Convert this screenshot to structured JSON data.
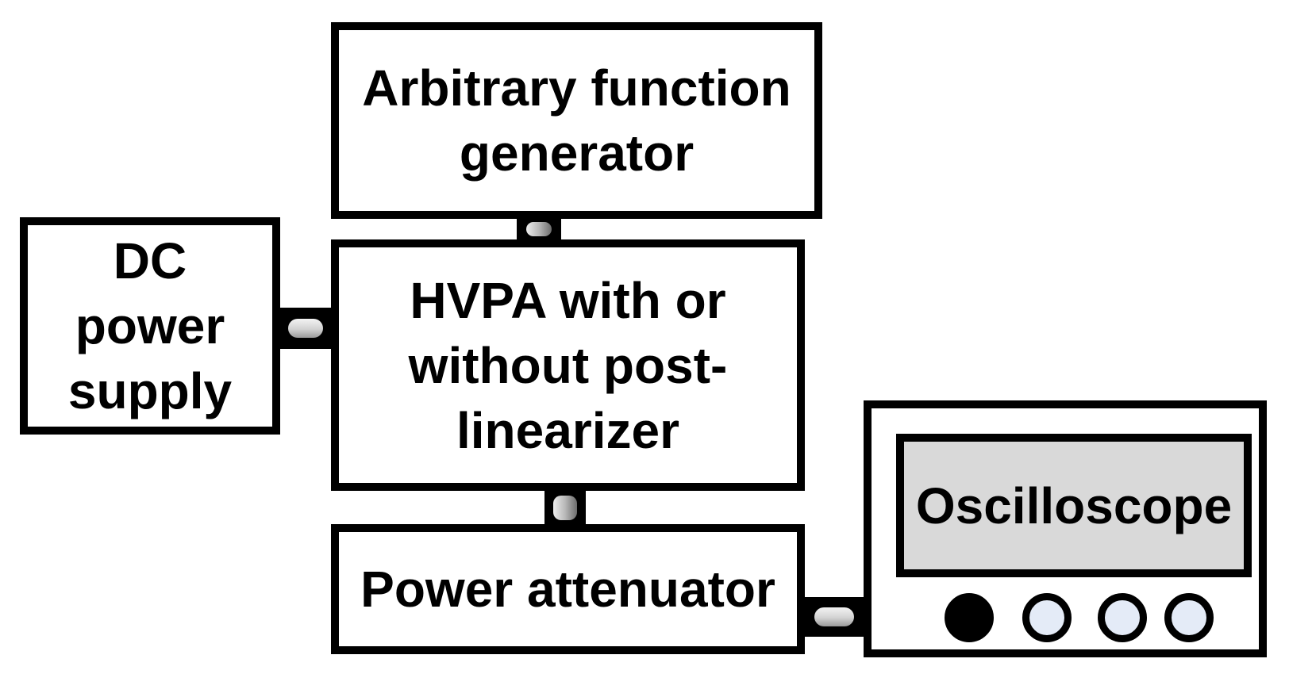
{
  "blocks": {
    "afg": "Arbitrary function generator",
    "dc": "DC power supply",
    "hvpa": "HVPA with or without post-linearizer",
    "attenuator": "Power attenuator",
    "scope": "Oscilloscope"
  },
  "colors": {
    "stroke": "#000000",
    "screen_fill": "#d9d9d9",
    "knob_dark": "#000000",
    "knob_light": "#e4ebf7"
  },
  "oscilloscope_knobs": [
    {
      "state": "filled",
      "color_key": "knob_dark"
    },
    {
      "state": "open",
      "color_key": "knob_light"
    },
    {
      "state": "open",
      "color_key": "knob_light"
    },
    {
      "state": "open",
      "color_key": "knob_light"
    }
  ]
}
